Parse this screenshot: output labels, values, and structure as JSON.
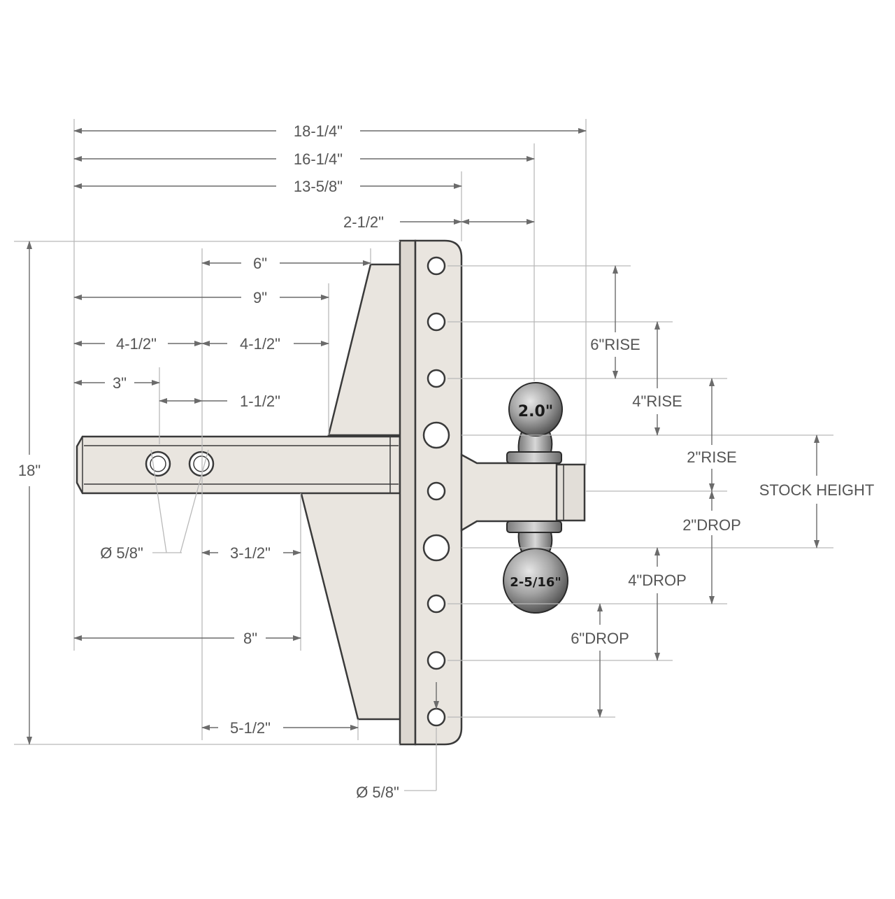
{
  "overall": {
    "width_18_1_4": "18-1/4\"",
    "width_16_1_4": "16-1/4\"",
    "width_13_5_8": "13-5/8\"",
    "offset_2_1_2": "2-1/2\"",
    "height_18": "18\""
  },
  "shank": {
    "dim_6": "6\"",
    "dim_9": "9\"",
    "dim_4_1_2_left": "4-1/2\"",
    "dim_4_1_2_right": "4-1/2\"",
    "dim_3": "3\"",
    "dim_1_1_2": "1-1/2\"",
    "pin_hole_dia": "Ø 5/8\"",
    "dim_3_1_2": "3-1/2\"",
    "dim_8": "8\"",
    "dim_5_1_2": "5-1/2\""
  },
  "positions": {
    "rise_6": "6\"RISE",
    "rise_4": "4\"RISE",
    "rise_2": "2\"RISE",
    "stock_height": "STOCK HEIGHT",
    "drop_2": "2\"DROP",
    "drop_4": "4\"DROP",
    "drop_6": "6\"DROP",
    "adjust_hole_dia": "Ø 5/8\""
  },
  "balls": {
    "top": "2.0\"",
    "bottom": "2-5/16\""
  }
}
